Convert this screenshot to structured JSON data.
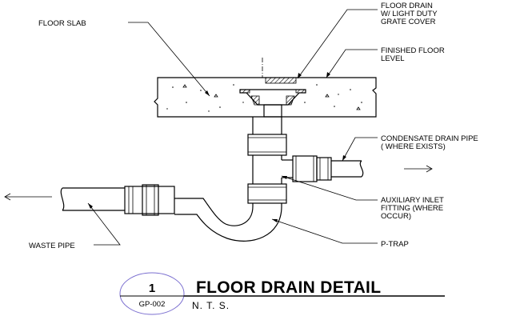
{
  "labels": {
    "floor_slab": "FLOOR SLAB",
    "floor_drain": [
      "FLOOR DRAIN",
      "W/ LIGHT DUTY",
      "GRATE COVER"
    ],
    "finished_floor": [
      "FINISHED FLOOR",
      "LEVEL"
    ],
    "condensate": [
      "CONDENSATE DRAIN PIPE",
      "( WHERE EXISTS)"
    ],
    "auxiliary": [
      "AUXILIARY INLET",
      "FITTING (WHERE",
      "OCCUR)"
    ],
    "waste_pipe": "WASTE PIPE",
    "p_trap": "P-TRAP"
  },
  "title_block": {
    "detail_number": "1",
    "sheet_ref": "GP-002",
    "title": "FLOOR DRAIN DETAIL",
    "scale": "N. T. S.",
    "bubble_color": "#7b6fd0"
  }
}
